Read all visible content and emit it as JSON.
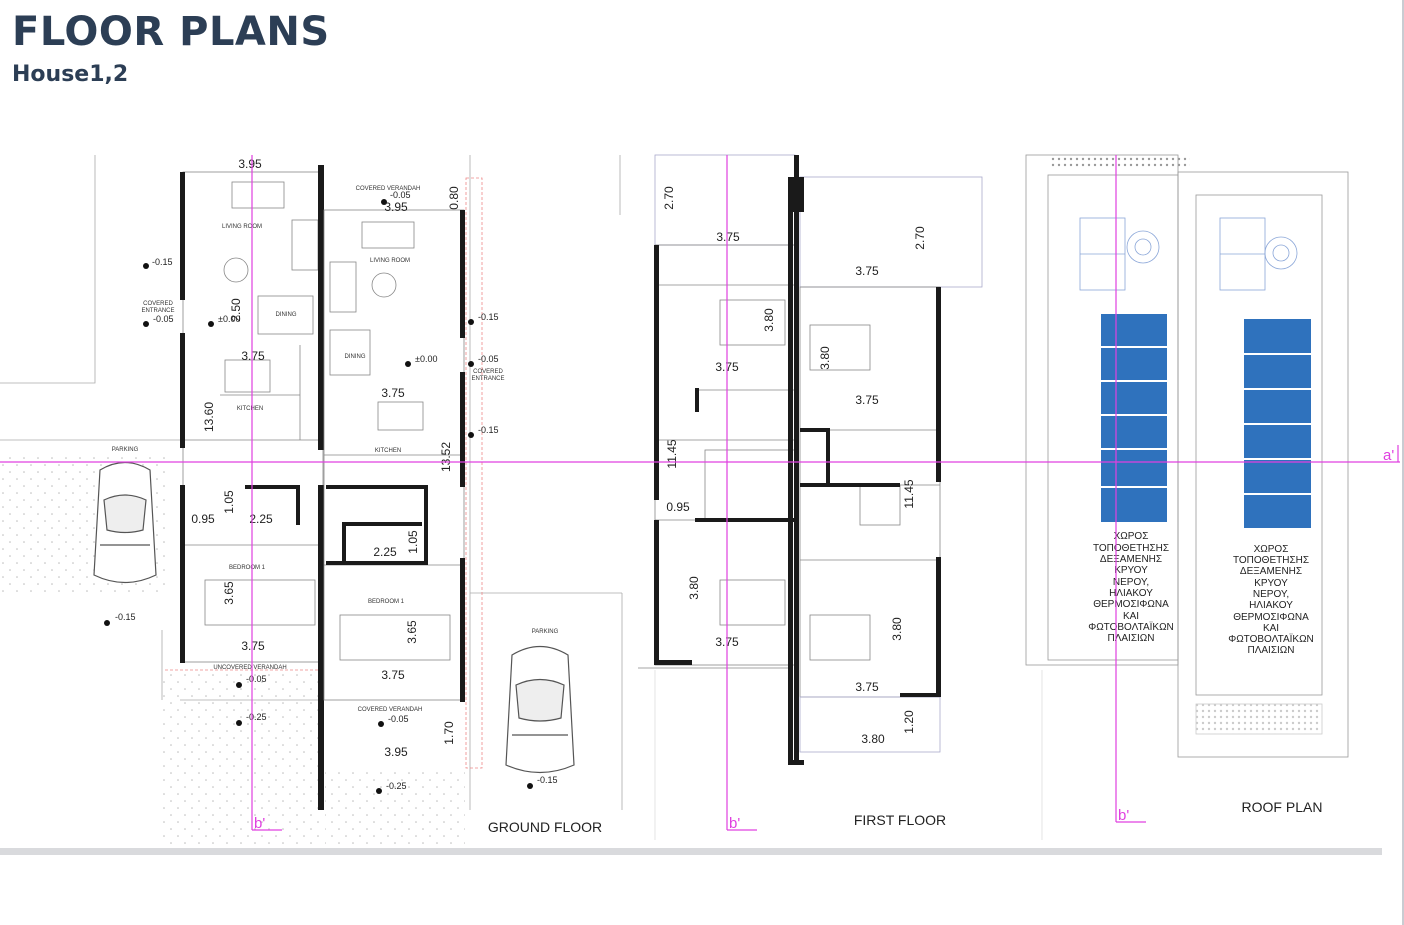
{
  "header": {
    "title": "FLOOR PLANS",
    "subtitle": "House1,2"
  },
  "sections": {
    "ground": "GROUND FLOOR",
    "first": "FIRST FLOOR",
    "roof": "ROOF PLAN"
  },
  "section_markers": {
    "a": "a'",
    "b": "b'"
  },
  "ground_labels": {
    "living_room_1": "LIVING ROOM",
    "living_room_2": "LIVING ROOM",
    "dining_1": "DINING",
    "dining_2": "DINING",
    "kitchen_1": "KITCHEN",
    "kitchen_2": "KITCHEN",
    "bedroom_1": "BEDROOM 1",
    "bedroom_2": "BEDROOM 1",
    "parking_1": "PARKING",
    "parking_2": "PARKING",
    "covered_entrance_1a": "COVERED",
    "covered_entrance_1b": "ENTRANCE",
    "covered_entrance_2a": "COVERED",
    "covered_entrance_2b": "ENTRANCE",
    "covered_verandah_top": "COVERED VERANDAH",
    "covered_verandah_bottom": "COVERED VERANDAH",
    "uncovered_verandah": "UNCOVERED VERANDAH"
  },
  "ground_levels": {
    "l1": "-0.15",
    "l2": "-0.05",
    "l3": "±0.00",
    "l4": "±0.00",
    "l5": "-0.05",
    "l6": "-0.05",
    "l7": "-0.15",
    "l8": "-0.15",
    "l9": "-0.15",
    "l10": "-0.05",
    "l11": "-0.25",
    "l12": "-0.05",
    "l13": "-0.25",
    "l14": "-0.15"
  },
  "ground_dims": {
    "d1": "3.95",
    "d2": "3.95",
    "d3": "0.80",
    "d4": "2.50",
    "d5": "3.75",
    "d6": "13.60",
    "d7": "3.75",
    "d8": "13.52",
    "d9": "1.05",
    "d10": "0.95",
    "d11": "2.25",
    "d12": "2.25",
    "d13": "1.05",
    "d14": "3.65",
    "d15": "3.65",
    "d16": "3.75",
    "d17": "3.75",
    "d18": "1.70",
    "d19": "3.95"
  },
  "first_dims": {
    "d1": "2.70",
    "d2": "2.70",
    "d3": "3.75",
    "d4": "3.75",
    "d5": "3.80",
    "d6": "3.80",
    "d7": "3.75",
    "d8": "3.75",
    "d9": "11.45",
    "d10": "11.45",
    "d11": "0.95",
    "d12": "3.80",
    "d13": "3.75",
    "d14": "3.80",
    "d15": "3.75",
    "d16": "1.20",
    "d17": "3.80"
  },
  "roof_text": {
    "lines": [
      "ΧΩΡΟΣ",
      "ΤΟΠΟΘΕΤΗΣΗΣ",
      "ΔΕΞΑΜΕΝΗΣ",
      "ΚΡΥΟΥ",
      "ΝΕΡΟΥ,",
      "ΗΛΙΑΚΟΥ",
      "ΘΕΡΜΟΣΙΦΩΝΑ",
      "ΚΑΙ",
      "ΦΩΤΟΒΟΛΤΑΪΚΩΝ",
      "ΠΛΑΙΣΙΩΝ"
    ]
  },
  "colors": {
    "title": "#2c3e55",
    "section_line": "#e040e0",
    "wall": "#1a1a1a",
    "solar_panel": "#2f72bd",
    "drawing_line": "#9a9a9a"
  }
}
